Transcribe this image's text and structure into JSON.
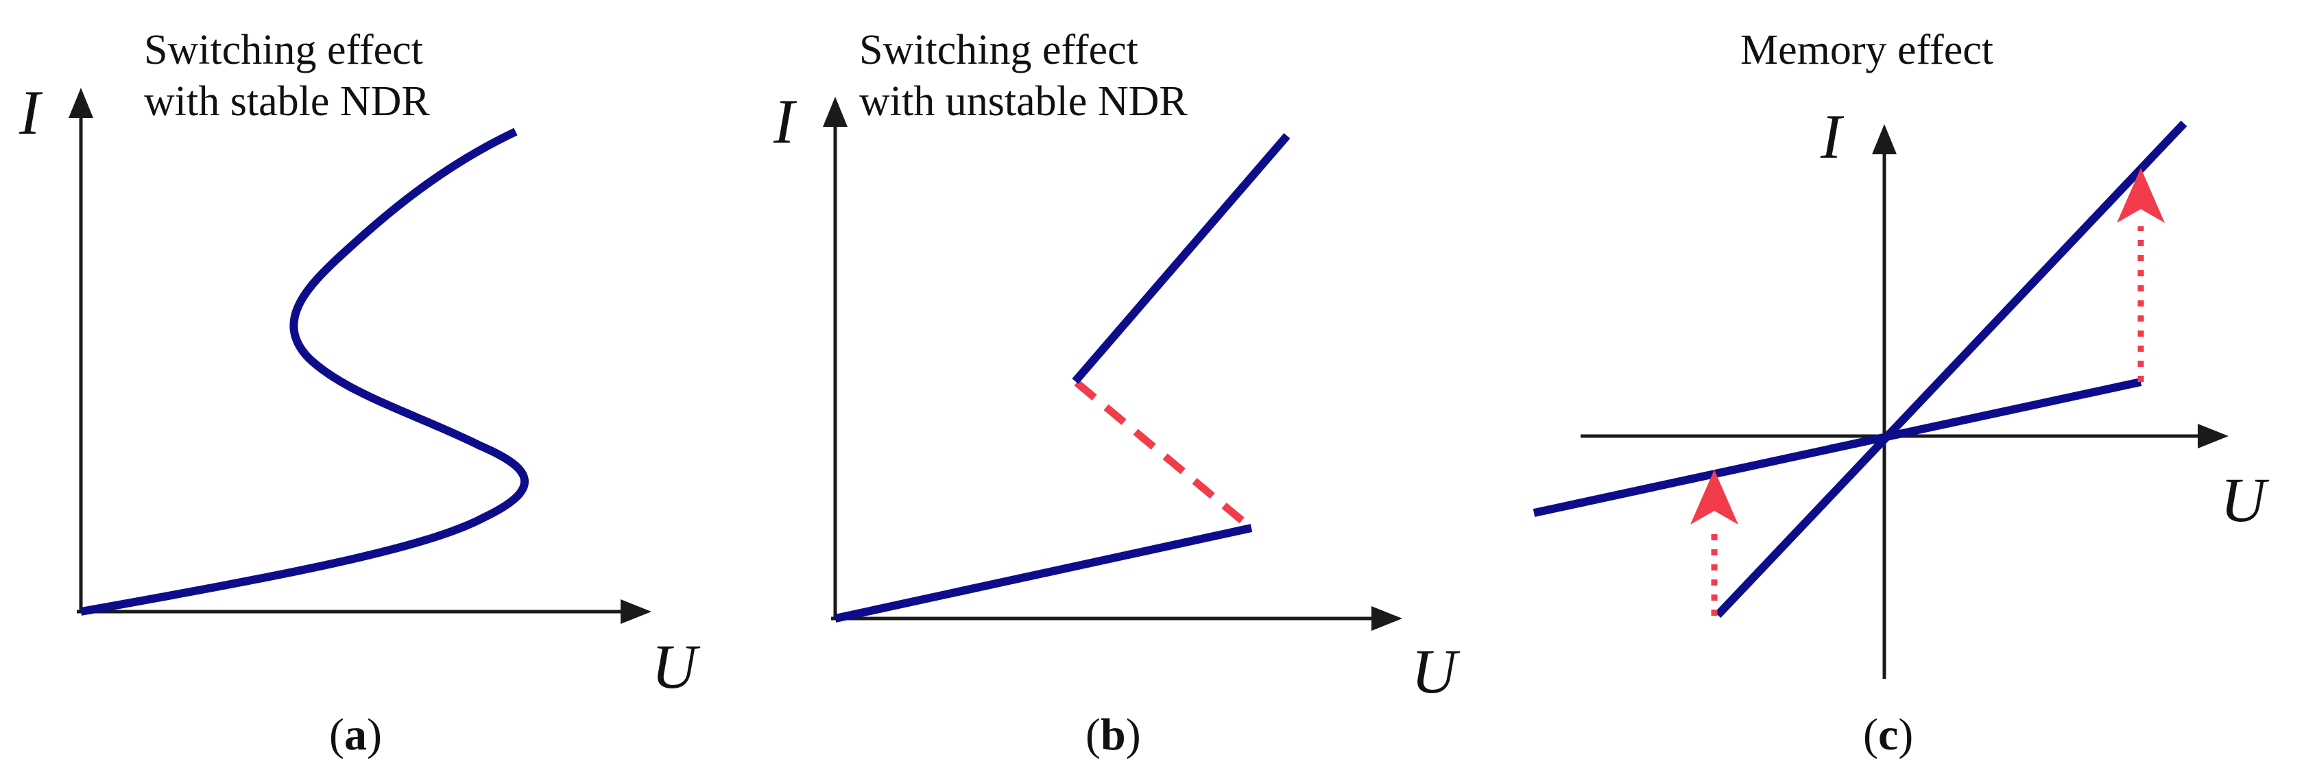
{
  "colors": {
    "curve": "#0d0d8c",
    "transition": "#f23c4b",
    "axis": "#1a1a1a"
  },
  "axes": {
    "current_label": "I",
    "voltage_label": "U"
  },
  "panels": [
    {
      "id": "a",
      "title_line1": "Switching effect",
      "title_line2": "with stable NDR",
      "label_open": "(",
      "label_letter": "a",
      "label_close": ")"
    },
    {
      "id": "b",
      "title_line1": "Switching effect",
      "title_line2": "with unstable NDR",
      "label_open": "(",
      "label_letter": "b",
      "label_close": ")"
    },
    {
      "id": "c",
      "title_line1": "Memory effect",
      "label_open": "(",
      "label_letter": "c",
      "label_close": ")"
    }
  ]
}
